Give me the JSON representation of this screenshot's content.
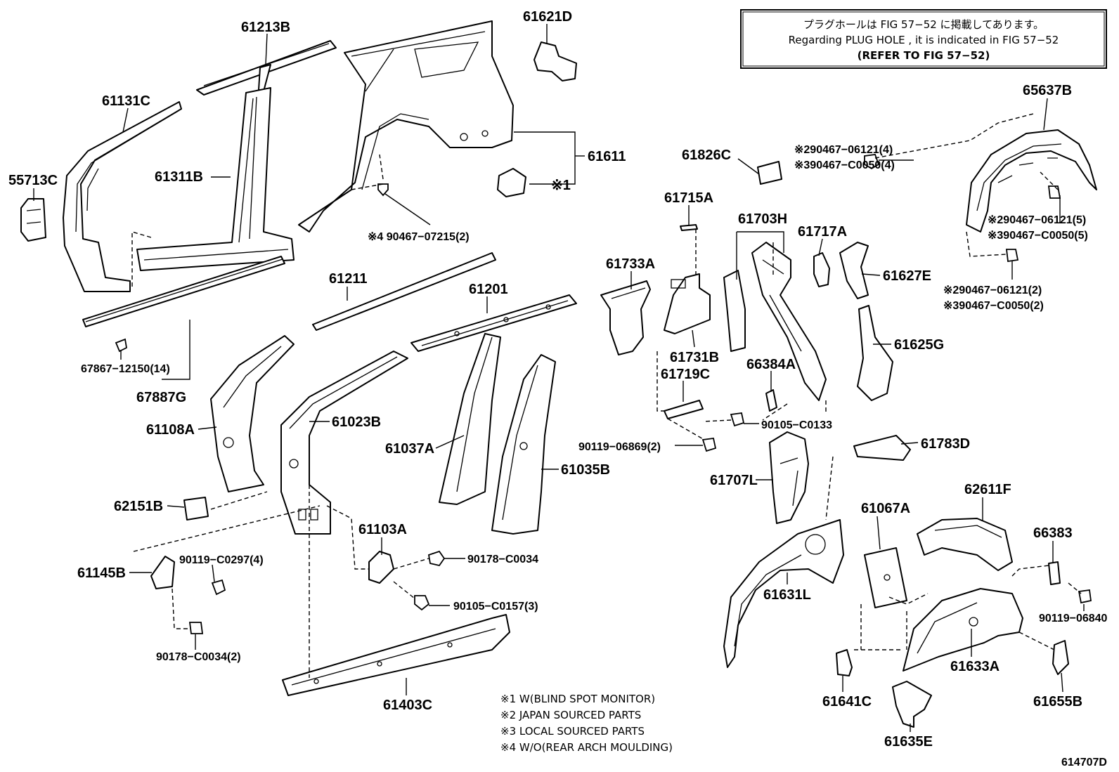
{
  "diagram_id": "614707D",
  "info_box": {
    "line1": "プラグホールは FIG 57−52 に掲載してあります。",
    "line2": "Regarding PLUG HOLE , it is indicated in FIG 57−52",
    "line3": "(REFER TO FIG 57−52)"
  },
  "footnotes": [
    "※1 W(BLIND SPOT MONITOR)",
    "※2 JAPAN SOURCED PARTS",
    "※3 LOCAL SOURCED PARTS",
    "※4 W/O(REAR ARCH MOULDING)"
  ],
  "labels": {
    "p61213B": "61213B",
    "p61621D": "61621D",
    "p61131C": "61131C",
    "p61311B": "61311B",
    "p55713C": "55713C",
    "p61611": "61611",
    "p61611_note": "※1",
    "p90467_07215": "※4 90467−07215(2)",
    "p67867": "67867−12150(14)",
    "p67887G": "67887G",
    "p61211": "61211",
    "p61201": "61201",
    "p61108A": "61108A",
    "p61023B": "61023B",
    "p61037A": "61037A",
    "p61035B": "61035B",
    "p62151B": "62151B",
    "p61103A": "61103A",
    "p90178_c0034": "90178−C0034",
    "p61145B": "61145B",
    "p90119_c0297": "90119−C0297(4)",
    "p90105_c0157": "90105−C0157(3)",
    "p90178_c0034_2": "90178−C0034(2)",
    "p61403C": "61403C",
    "p61826C": "61826C",
    "p61715A": "61715A",
    "p61703H": "61703H",
    "p61717A": "61717A",
    "p61733A": "61733A",
    "p61627E": "61627E",
    "p61731B": "61731B",
    "p61625G": "61625G",
    "p66384A": "66384A",
    "p61719C": "61719C",
    "p90105_c0133": "90105−C0133",
    "p90119_06869": "90119−06869(2)",
    "p61783D": "61783D",
    "p61707L": "61707L",
    "p62611F": "62611F",
    "p61067A": "61067A",
    "p66383": "66383",
    "p61631L": "61631L",
    "p90119_06840": "90119−06840",
    "p61633A": "61633A",
    "p61641C": "61641C",
    "p61655B": "61655B",
    "p61635E": "61635E",
    "p65637B": "65637B",
    "clip_top_a": "※290467−06121(4)",
    "clip_top_b": "※390467−C0050(4)",
    "clip_mid_a": "※290467−06121(5)",
    "clip_mid_b": "※390467−C0050(5)",
    "clip_bot_a": "※290467−06121(2)",
    "clip_bot_b": "※390467−C0050(2)"
  }
}
